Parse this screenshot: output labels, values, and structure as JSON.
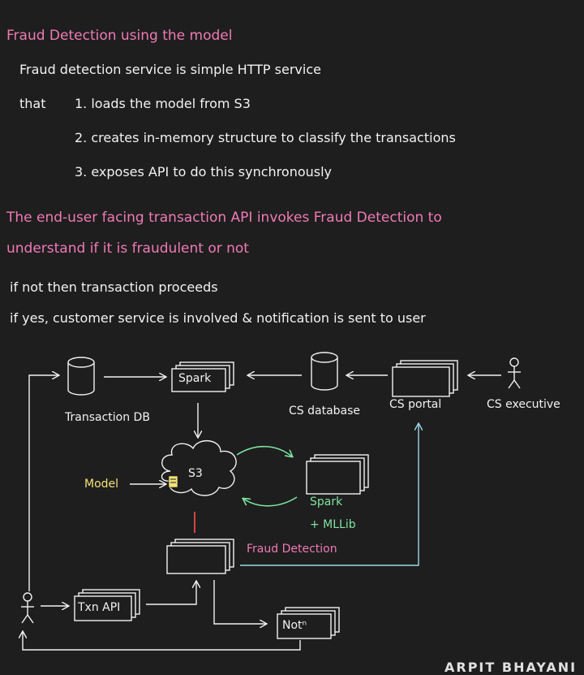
{
  "notes": {
    "title": "Fraud Detection using the model",
    "line1": "Fraud detection service is simple HTTP service",
    "that_label": "that",
    "item1": "1. loads the model from S3",
    "item2": "2. creates in-memory structure to classify the transactions",
    "item3": "3. exposes API to do this synchronously",
    "para1_line1": "The end-user facing transaction API invokes Fraud Detection to",
    "para1_line2": "understand if it is fraudulent or not",
    "if_not": "if not then transaction proceeds",
    "if_yes": "if yes, customer service is involved & notification is sent to user"
  },
  "diagram": {
    "spark_label": "Spark",
    "transaction_db_label": "Transaction DB",
    "cs_database_label": "CS database",
    "cs_portal_label": "CS portal",
    "cs_executive_label": "CS executive",
    "s3_label": "S3",
    "model_label": "Model",
    "spark_mllib_line1": "Spark",
    "spark_mllib_line2": "+ MLLib",
    "fraud_detection_label": "Fraud Detection",
    "txn_api_label": "Txn API",
    "notn_label": "Notⁿ"
  },
  "colors": {
    "background": "#1e1e1e",
    "heading_pink": "#f07ab6",
    "ink": "#f2f2f2",
    "connector_cyan": "#9fd6e8",
    "cycle_green": "#7fe3a0",
    "link_red": "#ff4d4d",
    "model_yellow": "#f2e27a"
  },
  "watermark": "ARPIT BHAYANI"
}
